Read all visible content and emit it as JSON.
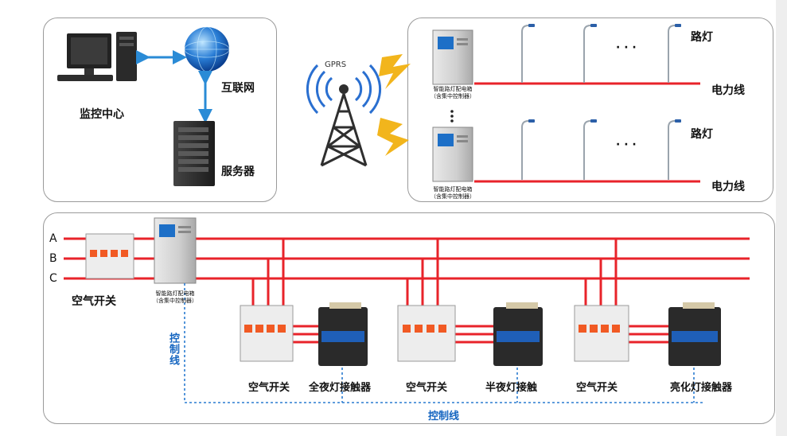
{
  "top_left": {
    "monitor_center": "监控中心",
    "internet": "互联网",
    "server": "服务器"
  },
  "tower": {
    "gprs": "GPRS"
  },
  "top_right": {
    "cabinet_label_1": "智能路灯配电箱",
    "cabinet_sub_1": "（含集中控制器）",
    "cabinet_label_2": "智能路灯配电箱",
    "cabinet_sub_2": "（含集中控制器）",
    "streetlight_1": "路灯",
    "streetlight_2": "路灯",
    "powerline_1": "电力线",
    "powerline_2": "电力线",
    "ellipsis": "· · ·"
  },
  "bottom": {
    "phase_a": "A",
    "phase_b": "B",
    "phase_c": "C",
    "main_breaker": "空气开关",
    "cabinet_label": "智能路灯配电箱",
    "cabinet_sub": "（含集中控制器）",
    "control_line_vertical": "控制线",
    "control_line": "控制线",
    "breaker_1": "空气开关",
    "contactor_1": "全夜灯接触器",
    "breaker_2": "空气开关",
    "contactor_2": "半夜灯接触",
    "breaker_3": "空气开关",
    "contactor_3": "亮化灯接触器"
  },
  "colors": {
    "power_line": "#e8232a",
    "control_line": "#2a7bd0",
    "arrow": "#2a8bd6",
    "signal": "#f2b51c"
  }
}
